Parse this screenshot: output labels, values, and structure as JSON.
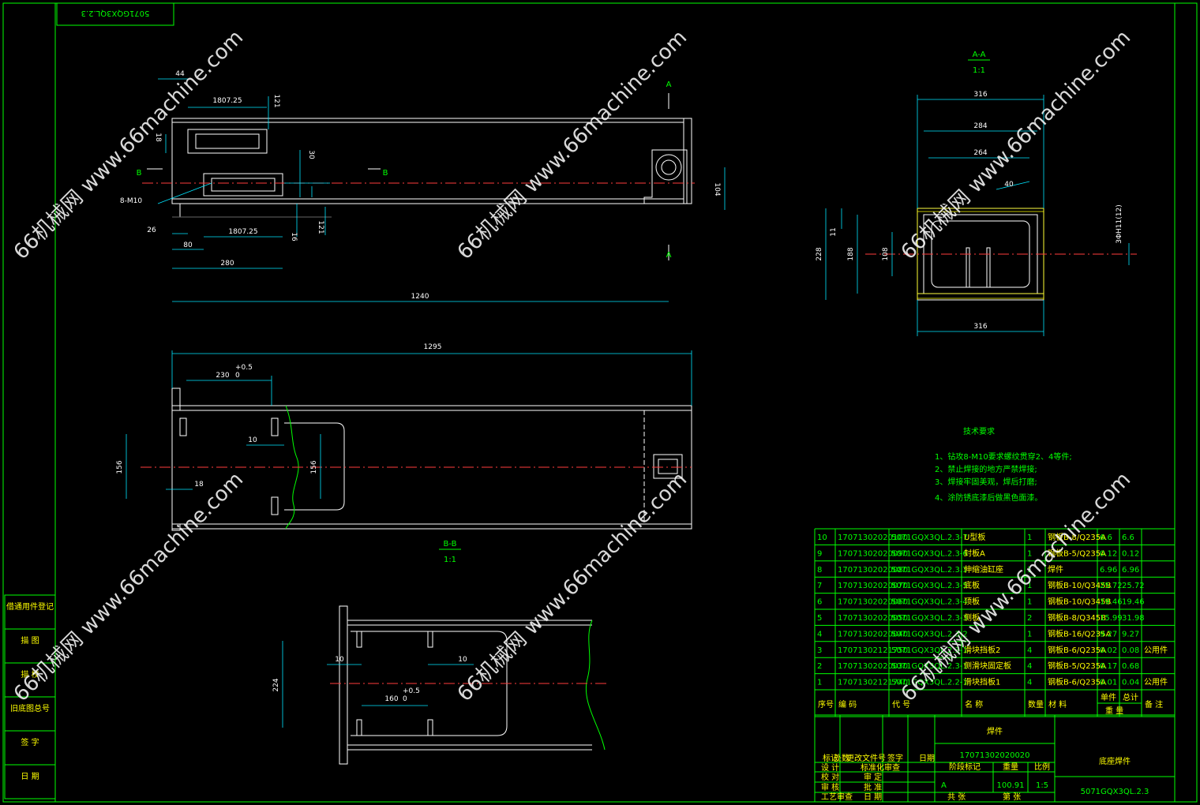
{
  "drawing_code_top": "5071GQX3QL.2.3",
  "view_labels": {
    "a_marker": "A",
    "b_marker": "B",
    "section_aa": "A-A",
    "section_aa_scale": "1:1",
    "section_bb": "B-B",
    "section_bb_scale": "1:1"
  },
  "dims_top": {
    "d44": "44",
    "d1807a": "1807.25",
    "d121a": "121",
    "d30": "30",
    "d18": "18",
    "d8m10": "8-M10",
    "d26": "26",
    "d80": "80",
    "d1807b": "1807.25",
    "d16": "16",
    "d121b": "121",
    "d280": "280",
    "d1240": "1240",
    "d104": "104"
  },
  "dims_aa": {
    "d316a": "316",
    "d284": "284",
    "d264": "264",
    "d40": "40",
    "d11": "11",
    "d228": "228",
    "d188": "188",
    "d108": "108",
    "d3h": "3ΦH11(12)",
    "d316b": "316"
  },
  "dims_bb": {
    "d1295": "1295",
    "d230": "230",
    "d230_tol": "+0.5",
    "d230_tol2": "0",
    "d10": "10",
    "d156a": "156",
    "d156b": "156",
    "d18": "18"
  },
  "dims_detail": {
    "d10a": "10",
    "d10b": "10",
    "d224": "224",
    "d160": "160",
    "d160_tol": "+0.5",
    "d160_tol2": "0"
  },
  "tech": {
    "title": "技术要求",
    "items": [
      "1、钻攻8-M10要求螺纹贯穿2、4等件;",
      "2、禁止焊接的地方严禁焊接;",
      "3、焊接牢固美观，焊后打磨;",
      "4、涂防锈底漆后做黑色面漆。"
    ]
  },
  "left_block": [
    "借通用件登记",
    "描 图",
    "描 校",
    "旧底图总号",
    "签 字",
    "日 期"
  ],
  "bom": [
    [
      "10",
      "17071302020100",
      "5071GQX3QL.2.3-7",
      "U型板",
      "1",
      "钢板B-8/Q235A",
      "6.6",
      "6.6",
      ""
    ],
    [
      "9",
      "17071302020090",
      "5071GQX3QL.2.3-6",
      "封板A",
      "1",
      "钢板B-5/Q235A",
      "0.12",
      "0.12",
      ""
    ],
    [
      "8",
      "17071302020080",
      "5071GQX3QL.2.3.1",
      "伸缩油缸座",
      "1",
      "焊件",
      "6.96",
      "6.96",
      ""
    ],
    [
      "7",
      "17071302020070",
      "5071GQX3QL.2.3-5",
      "底板",
      "1",
      "钢板B-10/Q345B",
      "25.72",
      "25.72",
      ""
    ],
    [
      "6",
      "17071302020060",
      "5071GQX3QL.2.3-4",
      "顶板",
      "1",
      "钢板B-10/Q345B",
      "19.46",
      "19.46",
      ""
    ],
    [
      "5",
      "17071302020050",
      "5071GQX3QL.2.3-3",
      "侧板",
      "2",
      "钢板B-8/Q345B",
      "15.99",
      "31.98",
      ""
    ],
    [
      "4",
      "17071302020040",
      "5071GQX3QL.2.3-2",
      "",
      "1",
      "钢板B-16/Q235A",
      "9.27",
      "9.27",
      ""
    ],
    [
      "3",
      "17071302121750",
      "5071GQX3QL.2.3-1",
      "滑块挡板2",
      "4",
      "钢板B-6/Q235A",
      "0.02",
      "0.08",
      "公用件"
    ],
    [
      "2",
      "17071302020030",
      "5071GQX3QL.2.3-1",
      "侧滑块固定板",
      "4",
      "钢板B-5/Q235A",
      "0.17",
      "0.68",
      ""
    ],
    [
      "1",
      "17071302121740",
      "5071GQX3QL.2.2-1",
      "滑块挡板1",
      "4",
      "钢板B-6/Q235A",
      "0.01",
      "0.04",
      "公用件"
    ]
  ],
  "bom_header": [
    "序号",
    "编  码",
    "代  号",
    "名  称",
    "数量",
    "材  料",
    "单件",
    "总计",
    "备 注"
  ],
  "bom_weight": "重  量",
  "title_block": {
    "kind": "焊件",
    "code": "17071302020020",
    "name": "底座焊件",
    "drawing_no": "5071GQX3QL.2.3",
    "stage": "A",
    "weight": "100.91",
    "scale": "1:5",
    "labels_row1": [
      "标记",
      "处数",
      "更改文件号",
      "签字",
      "日期"
    ],
    "labels_left": [
      "设 计",
      "校 对",
      "审 核",
      "工艺审查"
    ],
    "labels_mid": [
      "标准化审查",
      "审 定",
      "批 准",
      "日 期"
    ],
    "labels_right": [
      "阶段标记",
      "重量",
      "比例"
    ],
    "sheets": "共        张",
    "sheet_no": "第        张"
  },
  "watermark": "66机械网 www.66machine.com"
}
